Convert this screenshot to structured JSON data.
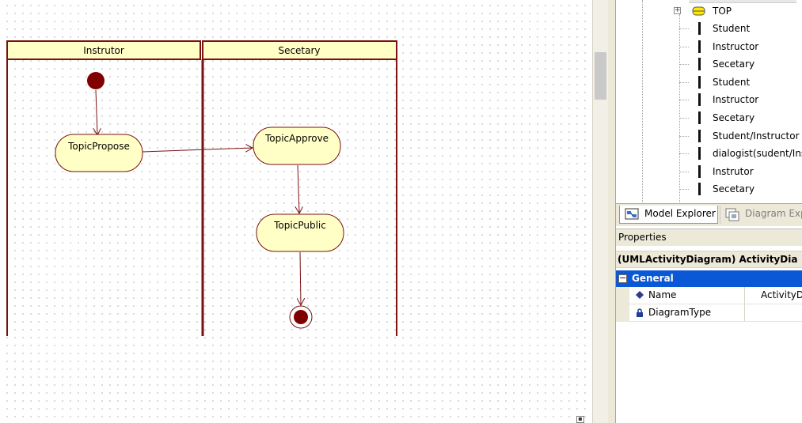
{
  "diagram": {
    "lanes": [
      {
        "name": "Instrutor"
      },
      {
        "name": "Secetary"
      }
    ],
    "states": [
      {
        "id": "propose",
        "label": "TopicPropose"
      },
      {
        "id": "approve",
        "label": "TopicApprove"
      },
      {
        "id": "public",
        "label": "TopicPublic"
      }
    ]
  },
  "model_tree": {
    "node": "TOP",
    "children": [
      "Student",
      "Instructor",
      "Secetary",
      "Student",
      "Instructor",
      "Secetary",
      "Student/Instructor",
      "dialogist(sudent/Ins",
      "Instrutor",
      "Secetary"
    ]
  },
  "tabs": [
    {
      "label": "Model Explorer",
      "active": true
    },
    {
      "label": "Diagram Exp",
      "active": false
    }
  ],
  "properties": {
    "header": "Properties",
    "subject": "(UMLActivityDiagram) ActivityDia",
    "category": "General",
    "rows": [
      {
        "name": "Name",
        "value": "ActivityDiag"
      },
      {
        "name": "DiagramType",
        "value": ""
      }
    ]
  },
  "colors": {
    "lane_border": "#7a1111",
    "lane_header": "#ffffc6",
    "state_fill": "#ffffc6",
    "node_fill": "#800000",
    "category_bg": "#0a58d6"
  }
}
